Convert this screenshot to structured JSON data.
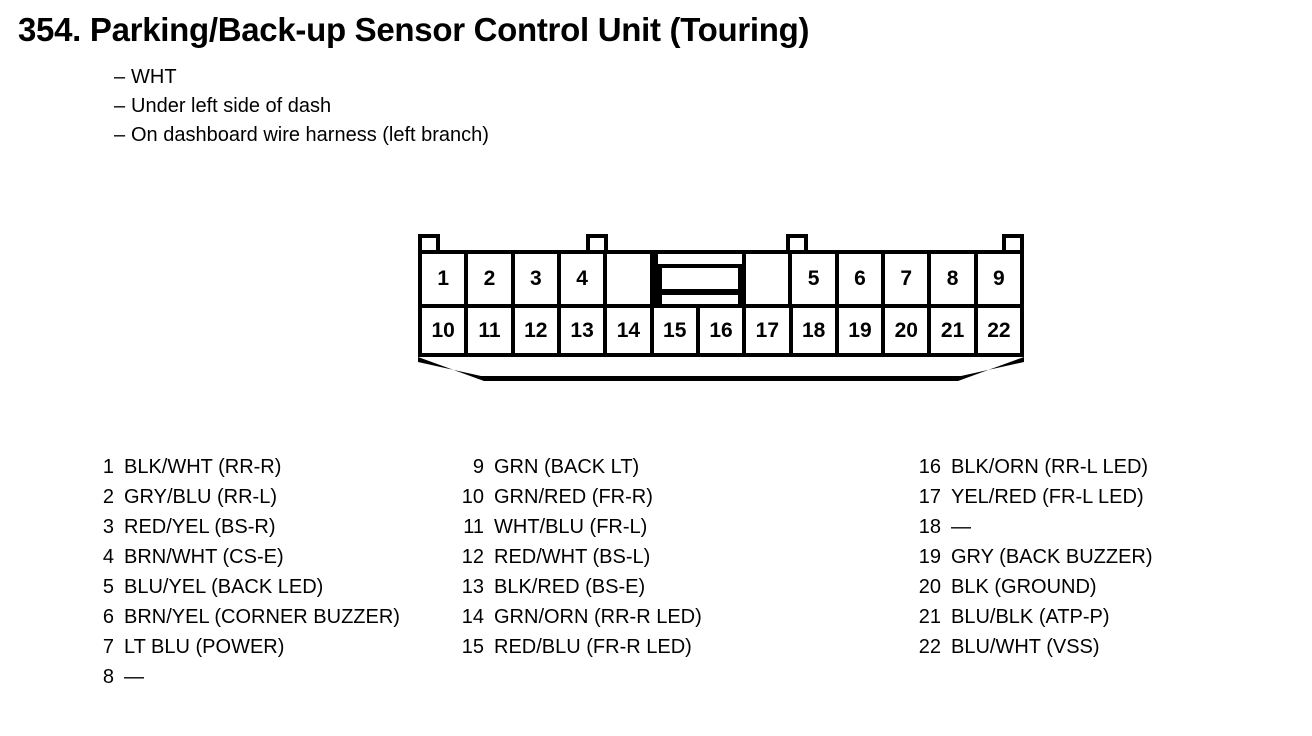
{
  "header": {
    "title": "354. Parking/Back-up Sensor Control Unit (Touring)",
    "bullets": [
      "WHT",
      "Under left side of dash",
      "On dashboard wire harness (left branch)"
    ],
    "dash": "–"
  },
  "connector": {
    "top_row": [
      "1",
      "2",
      "3",
      "4",
      "",
      "slot",
      "",
      "5",
      "6",
      "7",
      "8",
      "9"
    ],
    "bottom_row": [
      "10",
      "11",
      "12",
      "13",
      "14",
      "15",
      "16",
      "17",
      "18",
      "19",
      "20",
      "21",
      "22"
    ],
    "tabs": [
      "tab-left",
      "tab-mid-left",
      "tab-mid-right",
      "tab-right"
    ],
    "keying_slot_label": "keying-slot"
  },
  "legend": {
    "columns": [
      [
        {
          "pin": "1",
          "desc": "BLK/WHT (RR-R)"
        },
        {
          "pin": "2",
          "desc": "GRY/BLU (RR-L)"
        },
        {
          "pin": "3",
          "desc": "RED/YEL (BS-R)"
        },
        {
          "pin": "4",
          "desc": "BRN/WHT (CS-E)"
        },
        {
          "pin": "5",
          "desc": "BLU/YEL (BACK LED)"
        },
        {
          "pin": "6",
          "desc": "BRN/YEL (CORNER BUZZER)"
        },
        {
          "pin": "7",
          "desc": "LT BLU (POWER)"
        },
        {
          "pin": "8",
          "desc": "—"
        }
      ],
      [
        {
          "pin": "9",
          "desc": "GRN (BACK LT)"
        },
        {
          "pin": "10",
          "desc": "GRN/RED (FR-R)"
        },
        {
          "pin": "11",
          "desc": "WHT/BLU (FR-L)"
        },
        {
          "pin": "12",
          "desc": "RED/WHT (BS-L)"
        },
        {
          "pin": "13",
          "desc": "BLK/RED (BS-E)"
        },
        {
          "pin": "14",
          "desc": "GRN/ORN (RR-R LED)"
        },
        {
          "pin": "15",
          "desc": "RED/BLU (FR-R LED)"
        }
      ],
      [
        {
          "pin": "16",
          "desc": "BLK/ORN (RR-L LED)"
        },
        {
          "pin": "17",
          "desc": "YEL/RED (FR-L LED)"
        },
        {
          "pin": "18",
          "desc": "—"
        },
        {
          "pin": "19",
          "desc": "GRY (BACK BUZZER)"
        },
        {
          "pin": "20",
          "desc": "BLK (GROUND)"
        },
        {
          "pin": "21",
          "desc": "BLU/BLK (ATP-P)"
        },
        {
          "pin": "22",
          "desc": "BLU/WHT (VSS)"
        }
      ]
    ]
  },
  "colors": {
    "ink": "#000000",
    "paper": "#ffffff"
  }
}
